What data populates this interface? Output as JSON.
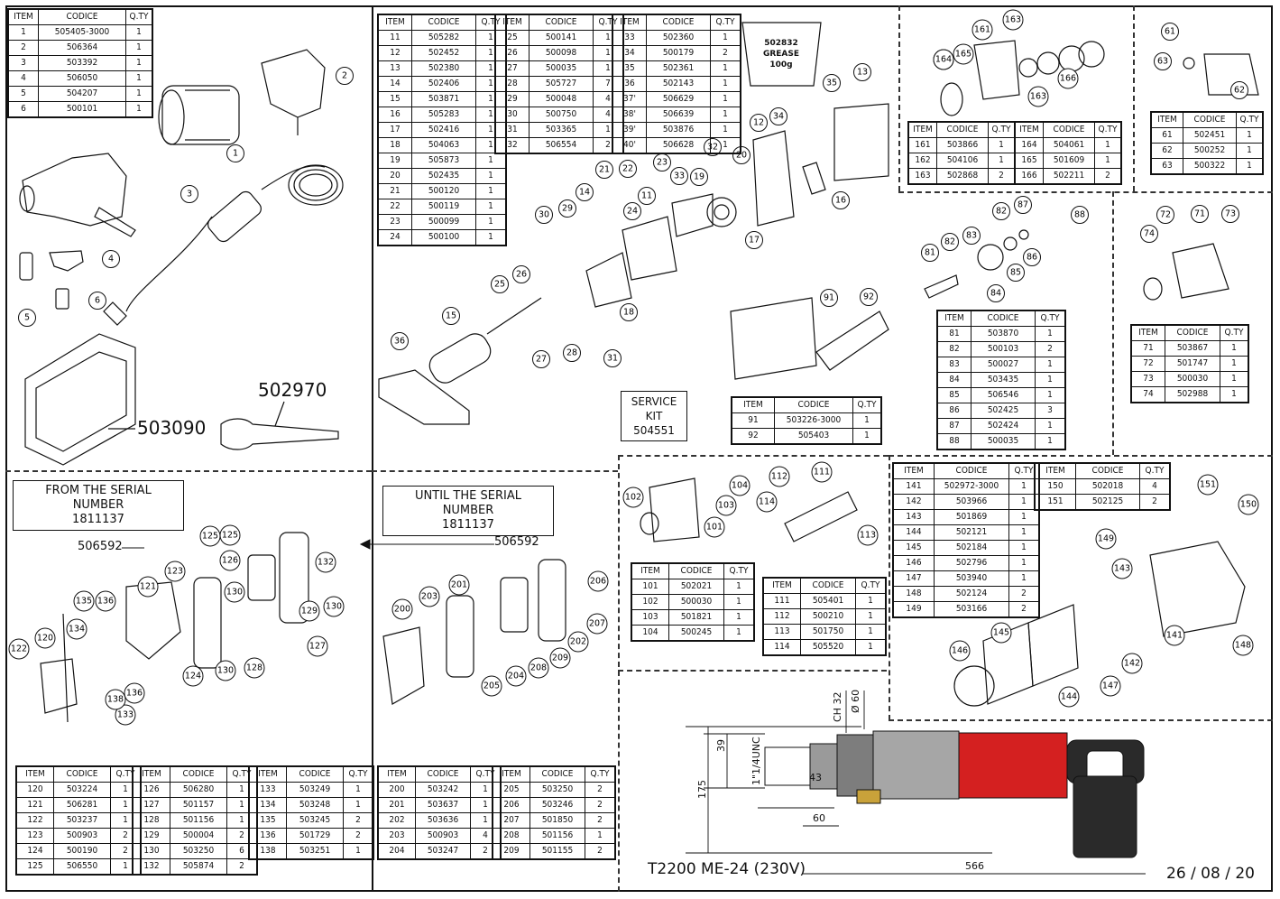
{
  "headers": {
    "item": "ITEM",
    "code": "CODICE",
    "qty": "Q.TY"
  },
  "tables": {
    "t1": [
      [
        "1",
        "505405-3000",
        "1"
      ],
      [
        "2",
        "506364",
        "1"
      ],
      [
        "3",
        "503392",
        "1"
      ],
      [
        "4",
        "506050",
        "1"
      ],
      [
        "5",
        "504207",
        "1"
      ],
      [
        "6",
        "500101",
        "1"
      ]
    ],
    "t2a": [
      [
        "11",
        "505282",
        "1"
      ],
      [
        "12",
        "502452",
        "1"
      ],
      [
        "13",
        "502380",
        "1"
      ],
      [
        "14",
        "502406",
        "1"
      ],
      [
        "15",
        "503871",
        "1"
      ],
      [
        "16",
        "505283",
        "1"
      ],
      [
        "17",
        "502416",
        "1"
      ],
      [
        "18",
        "504063",
        "1"
      ],
      [
        "19",
        "505873",
        "1"
      ],
      [
        "20",
        "502435",
        "1"
      ],
      [
        "21",
        "500120",
        "1"
      ],
      [
        "22",
        "500119",
        "1"
      ],
      [
        "23",
        "500099",
        "1"
      ],
      [
        "24",
        "500100",
        "1"
      ]
    ],
    "t2b": [
      [
        "25",
        "500141",
        "1"
      ],
      [
        "26",
        "500098",
        "1"
      ],
      [
        "27",
        "500035",
        "1"
      ],
      [
        "28",
        "505727",
        "7"
      ],
      [
        "29",
        "500048",
        "4"
      ],
      [
        "30",
        "500750",
        "4"
      ],
      [
        "31",
        "503365",
        "1"
      ],
      [
        "32",
        "506554",
        "2"
      ]
    ],
    "t2c": [
      [
        "33",
        "502360",
        "1"
      ],
      [
        "34",
        "500179",
        "2"
      ],
      [
        "35",
        "502361",
        "1"
      ],
      [
        "36",
        "502143",
        "1"
      ],
      [
        "37'",
        "506629",
        "1"
      ],
      [
        "38'",
        "506639",
        "1"
      ],
      [
        "39'",
        "503876",
        "1"
      ],
      [
        "40'",
        "506628",
        "1"
      ]
    ],
    "t160a": [
      [
        "161",
        "503866",
        "1"
      ],
      [
        "162",
        "504106",
        "1"
      ],
      [
        "163",
        "502868",
        "2"
      ]
    ],
    "t160b": [
      [
        "164",
        "504061",
        "1"
      ],
      [
        "165",
        "501609",
        "1"
      ],
      [
        "166",
        "502211",
        "2"
      ]
    ],
    "t60": [
      [
        "61",
        "502451",
        "1"
      ],
      [
        "62",
        "500252",
        "1"
      ],
      [
        "63",
        "500322",
        "1"
      ]
    ],
    "t80": [
      [
        "81",
        "503870",
        "1"
      ],
      [
        "82",
        "500103",
        "2"
      ],
      [
        "83",
        "500027",
        "1"
      ],
      [
        "84",
        "503435",
        "1"
      ],
      [
        "85",
        "506546",
        "1"
      ],
      [
        "86",
        "502425",
        "3"
      ],
      [
        "87",
        "502424",
        "1"
      ],
      [
        "88",
        "500035",
        "1"
      ]
    ],
    "t70": [
      [
        "71",
        "503867",
        "1"
      ],
      [
        "72",
        "501747",
        "1"
      ],
      [
        "73",
        "500030",
        "1"
      ],
      [
        "74",
        "502988",
        "1"
      ]
    ],
    "t90": [
      [
        "91",
        "503226-3000",
        "1"
      ],
      [
        "92",
        "505403",
        "1"
      ]
    ],
    "t100": [
      [
        "101",
        "502021",
        "1"
      ],
      [
        "102",
        "500030",
        "1"
      ],
      [
        "103",
        "501821",
        "1"
      ],
      [
        "104",
        "500245",
        "1"
      ]
    ],
    "t110": [
      [
        "111",
        "505401",
        "1"
      ],
      [
        "112",
        "500210",
        "1"
      ],
      [
        "113",
        "501750",
        "1"
      ],
      [
        "114",
        "505520",
        "1"
      ]
    ],
    "t140": [
      [
        "141",
        "502972-3000",
        "1"
      ],
      [
        "142",
        "503966",
        "1"
      ],
      [
        "143",
        "501869",
        "1"
      ],
      [
        "144",
        "502121",
        "1"
      ],
      [
        "145",
        "502184",
        "1"
      ],
      [
        "146",
        "502796",
        "1"
      ],
      [
        "147",
        "503940",
        "1"
      ],
      [
        "148",
        "502124",
        "2"
      ],
      [
        "149",
        "503166",
        "2"
      ]
    ],
    "t150": [
      [
        "150",
        "502018",
        "4"
      ],
      [
        "151",
        "502125",
        "2"
      ]
    ],
    "t120a": [
      [
        "120",
        "503224",
        "1"
      ],
      [
        "121",
        "506281",
        "1"
      ],
      [
        "122",
        "503237",
        "1"
      ],
      [
        "123",
        "500903",
        "2"
      ],
      [
        "124",
        "500190",
        "2"
      ],
      [
        "125",
        "506550",
        "1"
      ]
    ],
    "t120b": [
      [
        "126",
        "506280",
        "1"
      ],
      [
        "127",
        "501157",
        "1"
      ],
      [
        "128",
        "501156",
        "1"
      ],
      [
        "129",
        "500004",
        "2"
      ],
      [
        "130",
        "503250",
        "6"
      ],
      [
        "132",
        "505874",
        "2"
      ]
    ],
    "t120c": [
      [
        "133",
        "503249",
        "1"
      ],
      [
        "134",
        "503248",
        "1"
      ],
      [
        "135",
        "503245",
        "2"
      ],
      [
        "136",
        "501729",
        "2"
      ],
      [
        "138",
        "503251",
        "1"
      ]
    ],
    "t200a": [
      [
        "200",
        "503242",
        "1"
      ],
      [
        "201",
        "503637",
        "1"
      ],
      [
        "202",
        "503636",
        "1"
      ],
      [
        "203",
        "500903",
        "4"
      ],
      [
        "204",
        "503247",
        "2"
      ]
    ],
    "t200b": [
      [
        "205",
        "503250",
        "2"
      ],
      [
        "206",
        "503246",
        "2"
      ],
      [
        "207",
        "501850",
        "2"
      ],
      [
        "208",
        "501156",
        "1"
      ],
      [
        "209",
        "501155",
        "2"
      ]
    ]
  },
  "labels": {
    "case_code": "503090",
    "wrench_code": "502970",
    "service_kit_title": "SERVICE KIT",
    "service_kit_code": "504551",
    "from_serial_title": "FROM THE SERIAL NUMBER",
    "from_serial_number": "1811137",
    "until_serial_title": "UNTIL THE SERIAL NUMBER",
    "until_serial_number": "1811137",
    "handle_code_left": "506592",
    "handle_code_right": "506592",
    "grease_line1": "502832",
    "grease_line2": "GREASE",
    "grease_line3": "100g",
    "model": "T2200 ME-24 (230V)",
    "date": "26 / 08 / 20"
  },
  "dimensions": {
    "d39": "39",
    "thread": "1\"1/4UNC",
    "ch": "CH 32",
    "dia": "Ø 60",
    "d43": "43",
    "d175": "175",
    "d60": "60",
    "d566": "566"
  },
  "callouts": [
    "1",
    "2",
    "3",
    "4",
    "5",
    "6",
    "11",
    "12",
    "13",
    "14",
    "15",
    "16",
    "17",
    "18",
    "19",
    "20",
    "21",
    "22",
    "23",
    "24",
    "25",
    "26",
    "27",
    "28",
    "29",
    "30",
    "31",
    "32",
    "33",
    "34",
    "35",
    "36",
    "61",
    "62",
    "63",
    "71",
    "72",
    "73",
    "74",
    "81",
    "82",
    "82",
    "83",
    "84",
    "85",
    "86",
    "87",
    "88",
    "91",
    "92",
    "101",
    "102",
    "103",
    "104",
    "111",
    "112",
    "113",
    "114",
    "120",
    "121",
    "122",
    "123",
    "124",
    "125",
    "125",
    "126",
    "127",
    "128",
    "129",
    "130",
    "130",
    "130",
    "132",
    "133",
    "134",
    "135",
    "136",
    "136",
    "138",
    "141",
    "142",
    "143",
    "144",
    "145",
    "146",
    "147",
    "148",
    "149",
    "150",
    "151",
    "161",
    "162",
    "163",
    "163",
    "164",
    "165",
    "166",
    "200",
    "201",
    "202",
    "203",
    "204",
    "205",
    "206",
    "207",
    "208",
    "209"
  ],
  "colors": {
    "line": "#111111",
    "tool_red": "#d42020",
    "tool_gray": "#8a8a8a",
    "tool_dark": "#2a2a2a",
    "brass": "#c9a23a"
  }
}
